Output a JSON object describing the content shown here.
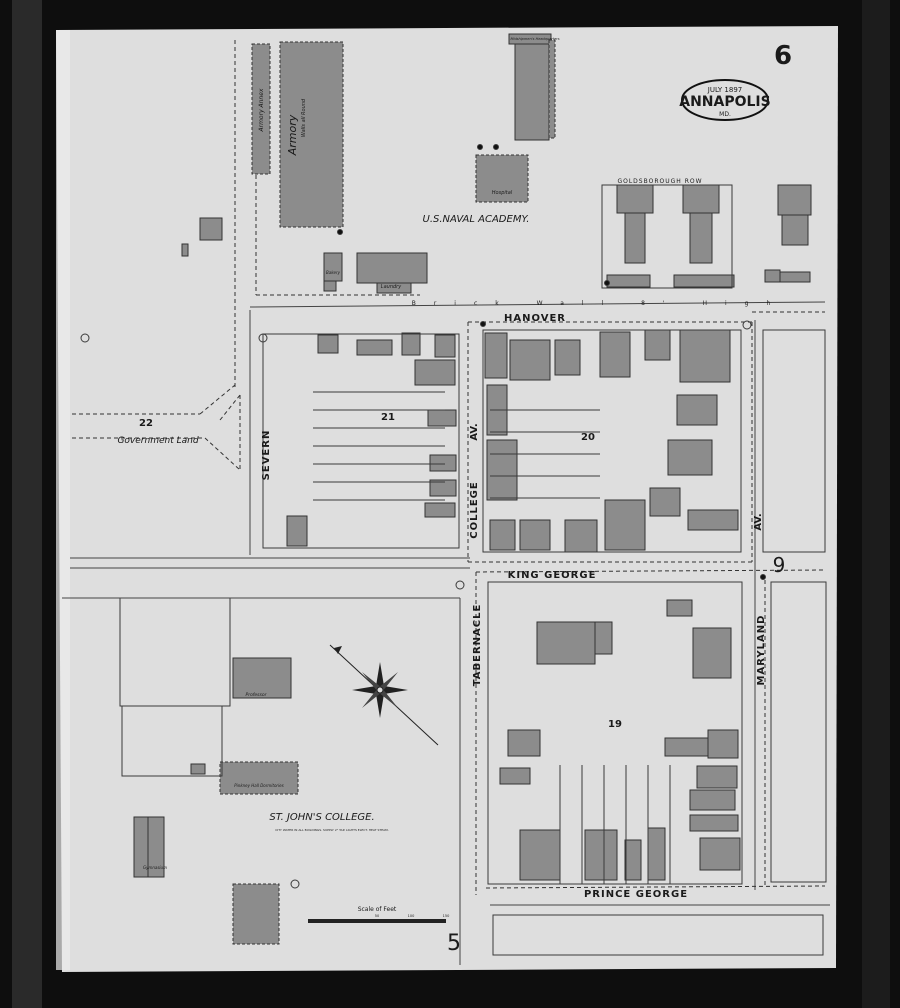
{
  "sheet": {
    "page_number": "6",
    "date": "JULY 1897",
    "city": "ANNAPOLIS",
    "state": "MD.",
    "adjoining_sheet_east": "9",
    "adjoining_sheet_south": "5"
  },
  "blocks": {
    "government": "22",
    "severn_block": "21",
    "college_block": "20",
    "tabernacle_block": "19"
  },
  "streets": {
    "hanover": "HANOVER",
    "severn": "SEVERN",
    "college": "COLLEGE",
    "college_av": "AV.",
    "king_george": "KING GEORGE",
    "tabernacle": "TABERNACLE",
    "maryland": "MARYLAND",
    "maryland_av": "AV.",
    "prince_george": "PRINCE GEORGE",
    "wall_note": "Brick   Wall   8' High"
  },
  "areas": {
    "naval_academy": "U.S.NAVAL ACADEMY.",
    "government_land": "Government Land",
    "st_johns": "ST. JOHN'S COLLEGE.",
    "st_johns_note": "CITY WATER IN ALL BUILDINGS. SUPPLY 2\" TAP. LIGHTS ELECT. HEAT STEAM."
  },
  "buildings": {
    "armory_annex": "Armory Annex",
    "armory": "Armory",
    "armory_note": "Walls all Round",
    "midshipmens_hq": "Midshipmen's Headquarters",
    "hospital": "Hospital",
    "laundry": "Laundry",
    "bakery": "Bakery",
    "goldsborough_row": "GOLDSBOROUGH  ROW",
    "professor": "Professor",
    "pinkney_hall": "Pinkney Hall Dormitories",
    "gymnasium": "Gymnasium"
  },
  "scale": {
    "title": "Scale of Feet",
    "ticks": [
      "50",
      "100",
      "150"
    ]
  }
}
